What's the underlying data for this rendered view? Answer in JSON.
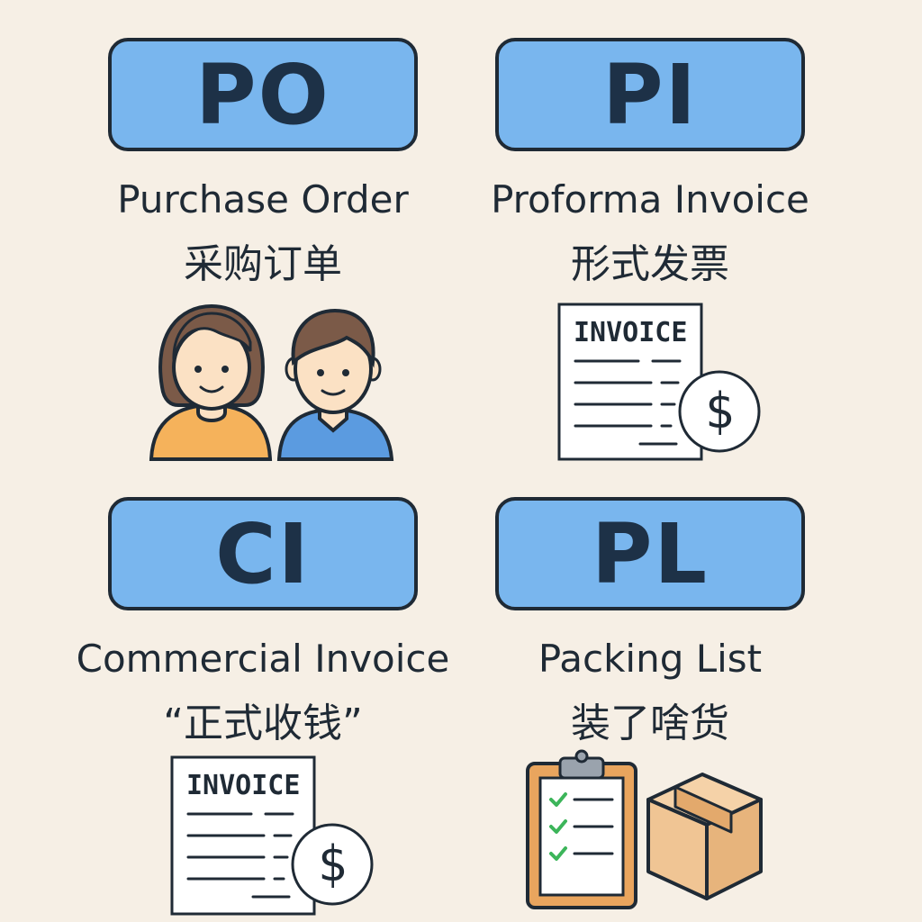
{
  "cards": [
    {
      "abbr": "PO",
      "title": "Purchase Order",
      "subtitle": "采购订单"
    },
    {
      "abbr": "PI",
      "title": "Proforma Invoice",
      "subtitle": "形式发票",
      "doc_label": "INVOICE",
      "currency_symbol": "$"
    },
    {
      "abbr": "CI",
      "title": "Commercial Invoice",
      "subtitle": "“正式收钱”",
      "doc_label": "INVOICE",
      "currency_symbol": "$"
    },
    {
      "abbr": "PL",
      "title": "Packing List",
      "subtitle": "装了啥货"
    }
  ],
  "colors": {
    "background": "#f6efe5",
    "badge": "#79b6ee",
    "outline": "#1f2a35",
    "shirt_orange": "#f5b25b",
    "shirt_blue": "#5b9be0",
    "skin": "#fbe1c4",
    "hair": "#7b5a48",
    "clipboard": "#e9a55e",
    "box": "#f0c594",
    "check": "#3cb55a"
  },
  "icons": [
    "two-people-icon",
    "invoice-dollar-icon",
    "invoice-dollar-icon",
    "clipboard-checklist-icon",
    "cardboard-box-icon"
  ]
}
